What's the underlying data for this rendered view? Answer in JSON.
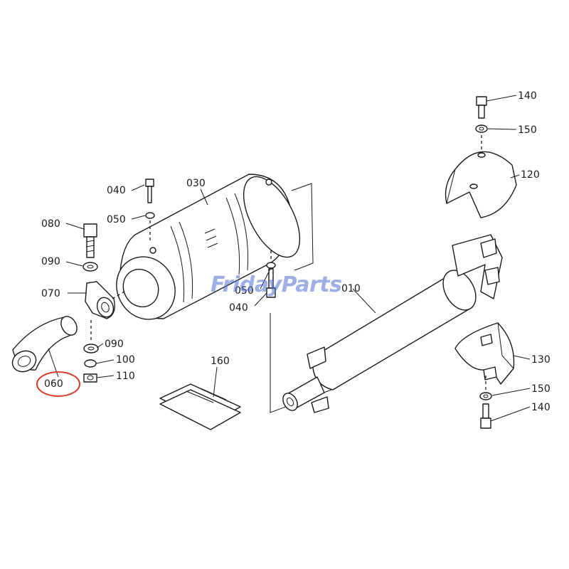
{
  "diagram": {
    "watermark": "FridayParts",
    "highlighted_part": "060",
    "callouts": {
      "p010": "010",
      "p030": "030",
      "p040_top": "040",
      "p040_bottom": "040",
      "p050_top": "050",
      "p050_bottom": "050",
      "p060": "060",
      "p070": "070",
      "p080": "080",
      "p090_top": "090",
      "p090_bottom": "090",
      "p100": "100",
      "p110": "110",
      "p120": "120",
      "p130": "130",
      "p140_top": "140",
      "p140_bottom": "140",
      "p150_top": "150",
      "p150_bottom": "150",
      "p160": "160"
    },
    "colors": {
      "line": "#1a1a1a",
      "highlight": "#d93a2b",
      "watermark": "#4f6fd1"
    }
  }
}
